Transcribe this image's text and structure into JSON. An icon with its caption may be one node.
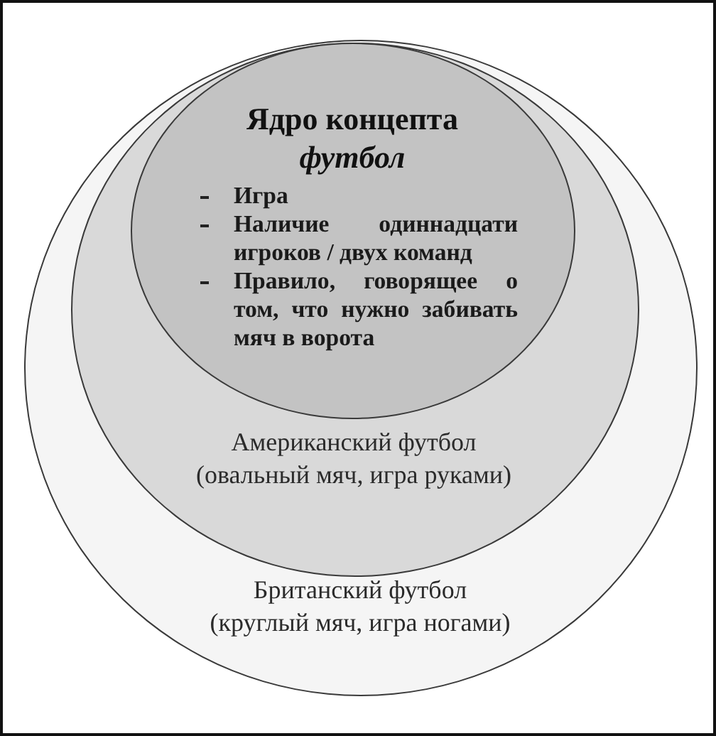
{
  "diagram": {
    "nodes": [
      {
        "text": [
          "Британский футбол",
          "(круглый мяч, игра ногами)"
        ]
      },
      {
        "text": [
          "Американский футбол",
          "(овальный мяч, игра руками)"
        ],
        "in": 0
      },
      {
        "text": [
          "Ядро концепта *футбол*",
          "Игра",
          "Наличие одиннадцати игроков / двух команд",
          "Правило, говорящее о том, что нужно забивать мяч в ворота"
        ],
        "in": 1
      }
    ]
  }
}
